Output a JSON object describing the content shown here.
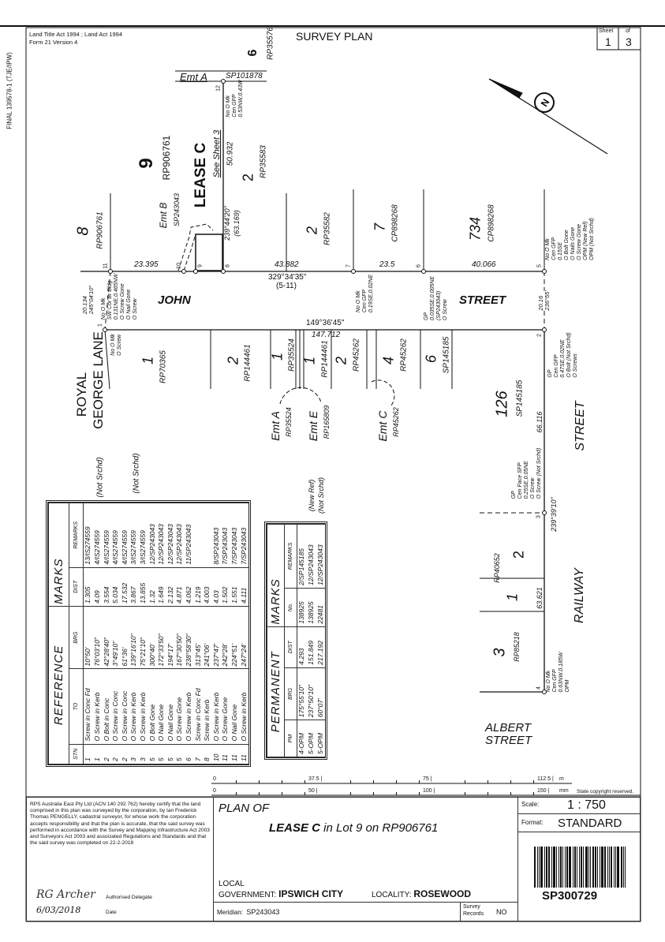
{
  "margin_ref": "FINAL 139578-1 (TJE/IPW)",
  "header": {
    "act": "Land Title Act 1994 ; Land Act 1994",
    "form": "Form 21 Version 4",
    "title": "SURVEY PLAN",
    "sheet_label": "Sheet",
    "of_label": "of",
    "sheet": "1",
    "of": "3"
  },
  "map": {
    "lot6": "6",
    "lot6_ref": "RP35576",
    "emtA_top": "Emt A",
    "emtA_top_ref": "SP101878",
    "stn12_note": [
      "No O Mk",
      "Cen GFP",
      "0.53NW,0.43W"
    ],
    "lot9": "9",
    "lot9_ref": "RP906761",
    "lease": "LEASE C",
    "lease_see": "See Sheet 3",
    "dist_50932": "50.932",
    "lot2a": "2",
    "lot2a_ref": "RP35583",
    "lot8": "8",
    "lot8_ref": "RP906761",
    "emtB": "Emt B",
    "emtB_ref": "SP243043",
    "brg_east": "239°44'20\"",
    "brg_east_dist": "(63.169)",
    "lot2b": "2",
    "lot2b_ref": "RP35582",
    "lot7": "7",
    "lot7_ref": "CP898268",
    "lot734": "734",
    "lot734_ref": "CP898268",
    "d_23395": "23.395",
    "d_43882": "43.882",
    "d_235": "23.5",
    "d_40066": "40.066",
    "brg_john": "329°34'35\"",
    "brg_john_sub": "(5-11)",
    "john": "JOHN",
    "street1": "STREET",
    "brg_south": "149°36'45\"",
    "d_147712": "147.712",
    "stn11_note": [
      "No O Mk",
      "SW Cor Br Bldg",
      "0.131NE,0.465NW",
      "O Screw Gone",
      "O Nail Gone",
      "O Screw"
    ],
    "d_20134": "20.134",
    "brg_20134": "245°04'10\"",
    "stn1_note": [
      "No O Mk",
      "O Screw"
    ],
    "stn7_note": [
      "No O Mk",
      "Cen GFP",
      "0.19SE,0.02NE"
    ],
    "stn6_note": [
      "GP",
      "0.035SE,0.005NE",
      "(SP243043)",
      "O Screw"
    ],
    "stn5_note": [
      "No O Mk",
      "Cen GFP",
      "0.15SE",
      "O Bolt Gone",
      "O Nails Gone",
      "O Screw Gone",
      "OPM (New Ref)",
      "OPM (Not Srchd)"
    ],
    "d_2016": "20.16",
    "brg_2016": "236°55'",
    "stn2_note": [
      "GP",
      "Cen GFP",
      "0.47SE,0.02NE",
      "O Bolt (Not Srchd)",
      "O Screws"
    ],
    "stations": [
      "11",
      "10",
      "9",
      "8",
      "7",
      "6",
      "5",
      "1",
      "2",
      "3",
      "4",
      "12"
    ],
    "lots_south": [
      {
        "n": "1",
        "ref": "RP70365"
      },
      {
        "n": "2",
        "ref": "RP144461"
      },
      {
        "n": "1",
        "ref": "RP35524"
      },
      {
        "n": "1",
        "ref": "RP144461"
      },
      {
        "n": "2",
        "ref": "RP45262"
      },
      {
        "n": "4",
        "ref": "RP45262"
      },
      {
        "n": "6",
        "ref": "SP145185"
      }
    ],
    "royal": "ROYAL",
    "george_lane": "GEORGE LANE",
    "emtA": "Emt A",
    "emtA_ref": "RP35524",
    "emtE": "Emt E",
    "emtE_ref": "RP165809",
    "emtC": "Emt C",
    "emtC_ref": "RP45262",
    "not_srchd": "(Not Srchd)",
    "new_ref": "(New Ref)",
    "lot126": "126",
    "lot126_ref": "SP145185",
    "d_66116": "66.116",
    "street2": "STREET",
    "stn3_note": [
      "GP",
      "Cen Face SFP",
      "0.25SE,0.05NE",
      "O Screw",
      "O Screw (Not Srchd)"
    ],
    "brg_3": "239°39'10\"",
    "lot2c": "2",
    "lot1c": "1",
    "lot1c_ref": "RP40652",
    "d_63621": "63.621",
    "lot3": "3",
    "lot3_ref": "RP85218",
    "railway": "RAILWAY",
    "stn4_note": [
      "No O Mk",
      "Cen GFP",
      "0.63NW,0.185W",
      "OPM"
    ],
    "albert": "ALBERT",
    "albert_street": "STREET"
  },
  "reference_marks": {
    "title1": "REFERENCE",
    "title2": "MARKS",
    "columns": [
      "STN",
      "TO",
      "BRG",
      "DIST",
      "REMARKS"
    ],
    "rows": [
      [
        "1",
        "Screw in Conc Fd",
        "10°50'",
        "1.305",
        "13/IS274559"
      ],
      [
        "1",
        "O Screw in Kerb",
        "76°03'10\"",
        "4.09",
        "4/IS274559"
      ],
      [
        "2",
        "O Bolt in Conc",
        "42°28'40\"",
        "3.554",
        "4/IS274559"
      ],
      [
        "2",
        "O Screw in Conc",
        "3°49'10\"",
        "5.034",
        "4/IS274559"
      ],
      [
        "2",
        "O Screw in Conc",
        "61°36'",
        "17.532",
        "4/IS274559"
      ],
      [
        "3",
        "O Screw in Kerb",
        "139°16'10\"",
        "3.867",
        "3/IS274559"
      ],
      [
        "3",
        "O Screw in Kerb",
        "75°21'10\"",
        "13.855",
        "3/IS274559"
      ],
      [
        "5",
        "O Bolt Gone",
        "300°40'",
        "1.32",
        "12/SP243043"
      ],
      [
        "5",
        "O Nail Gone",
        "172°33'50\"",
        "1.649",
        "12/SP243043"
      ],
      [
        "5",
        "O Nail Gone",
        "194°17'",
        "2.132",
        "12/SP243043"
      ],
      [
        "5",
        "O Screw Gone",
        "167°30'50\"",
        "4.871",
        "12/SP243043"
      ],
      [
        "6",
        "O Screw in Kerb",
        "238°58'30\"",
        "4.062",
        "11/SP243043"
      ],
      [
        "7",
        "Screw in Conc Fd",
        "313°45'",
        "1.219",
        ""
      ],
      [
        "8",
        "Screw in Kerb",
        "241°06'",
        "4.003",
        ""
      ],
      [
        "10",
        "O Screw in Kerb",
        "237°47'",
        "4.03",
        "8/SP243043"
      ],
      [
        "11",
        "O Screw Gone",
        "242°28'",
        "1.502",
        "7/SP243043"
      ],
      [
        "11",
        "O Nail Gone",
        "224°51'",
        "1.551",
        "7/SP243043"
      ],
      [
        "11",
        "O Screw in Kerb",
        "247°24'",
        "4.111",
        "7/SP243043"
      ]
    ]
  },
  "permanent_marks": {
    "title1": "PERMANENT",
    "title2": "MARKS",
    "columns": [
      "PM",
      "BRG",
      "DIST",
      "No.",
      "REMARKS"
    ],
    "rows": [
      [
        "4-OPM",
        "175°55'10\"",
        "4.293",
        "138925",
        "2/SP145185"
      ],
      [
        "5-OPM",
        "237°50'10\"",
        "151.849",
        "138925",
        "12/SP243043"
      ],
      [
        "5-OPM",
        "60°07'",
        "217.192",
        "22481",
        "12/SP243043"
      ]
    ]
  },
  "scale_bar": {
    "m_ticks": [
      "0",
      "37.5",
      "75",
      "112.5"
    ],
    "m_unit": "m",
    "mm_ticks": [
      "0",
      "50",
      "100",
      "150"
    ],
    "mm_unit": "mm",
    "copyright": "State copyright reserved."
  },
  "footer": {
    "certificate": "RPS Australia East Pty Ltd (ACN 140 292 762) hereby certify that the land comprised in this plan was surveyed by the corporation, by Ian Frederick Thomas PENGELLY, cadastral surveyor, for whose work the corporation accepts responsibility and that the plan is accurate, that the said survey was performed in accordance with the Survey and Mapping Infrastructure Act 2003 and Surveyors Act 2003 and associated Regulations and Standards and that the said survey was completed on 22-2-2018",
    "signature": "RG Archer",
    "delegate_label": "Authorised Delegate",
    "date_value": "6/03/2018",
    "date_label": "Date",
    "plan_of": "PLAN OF",
    "plan_lease": "LEASE  C",
    "plan_rest": " in Lot 9 on RP906761",
    "local": "LOCAL",
    "gov_label": "GOVERNMENT:",
    "gov_value": "IPSWICH CITY",
    "locality_label": "LOCALITY:",
    "locality_value": "ROSEWOOD",
    "meridian_label": "Meridian:",
    "meridian_value": "SP243043",
    "survey_records_label": "Survey Records",
    "survey_records_value": "NO",
    "scale_label": "Scale:",
    "scale_value": "1 : 750",
    "format_label": "Format:",
    "format_value": "STANDARD",
    "plan_number": "SP300729"
  }
}
